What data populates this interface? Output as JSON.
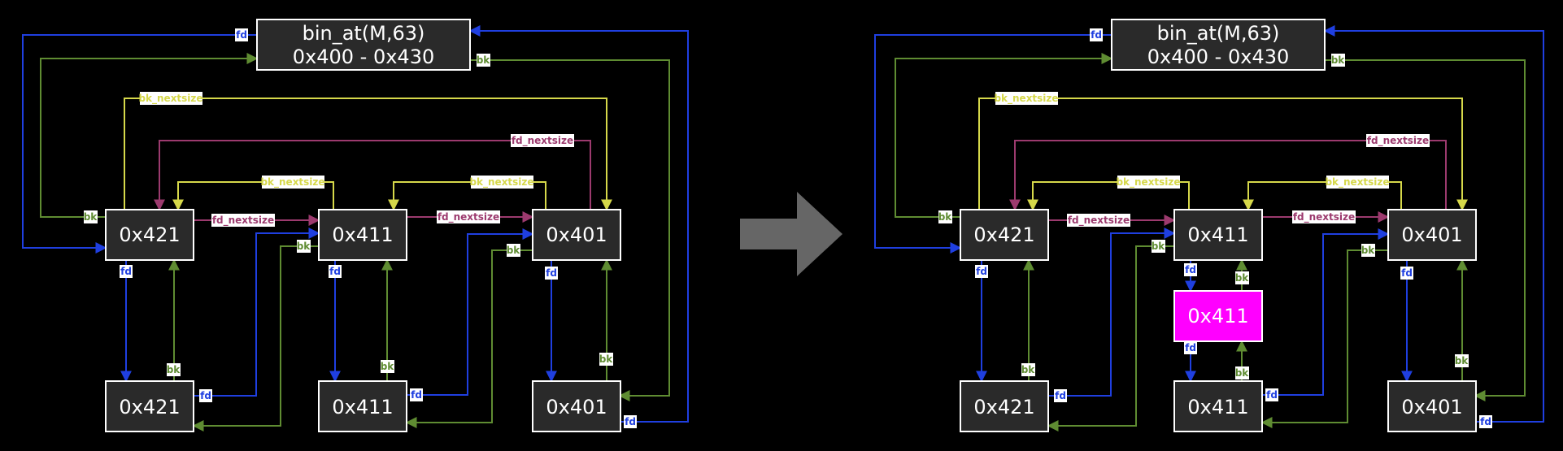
{
  "colors": {
    "fd": "#1f3fe0",
    "bk": "#5f8c32",
    "bk_nextsize": "#d6d84a",
    "fd_nextsize": "#9c3a6e",
    "highlight": "#ff00ff",
    "arrow": "#666666"
  },
  "edge_labels": {
    "fd": "fd",
    "bk": "bk",
    "fd_nextsize": "fd_nextsize",
    "bk_nextsize": "bk_nextsize"
  },
  "left": {
    "bin_line1": "bin_at(M,63)",
    "bin_line2": "0x400 - 0x430",
    "top": [
      "0x421",
      "0x411",
      "0x401"
    ],
    "bottom": [
      "0x421",
      "0x411",
      "0x401"
    ]
  },
  "right": {
    "bin_line1": "bin_at(M,63)",
    "bin_line2": "0x400 - 0x430",
    "top": [
      "0x421",
      "0x411",
      "0x401"
    ],
    "middle": "0x411",
    "bottom": [
      "0x421",
      "0x411",
      "0x401"
    ]
  },
  "transition_arrow": "right-arrow-icon"
}
